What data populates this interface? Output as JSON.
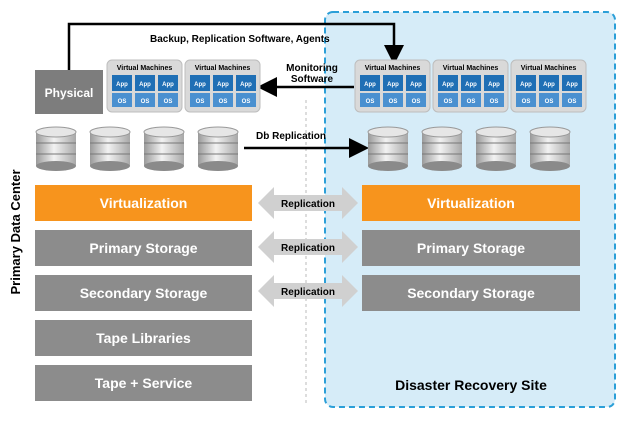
{
  "primary": {
    "title": "Primary Data Center",
    "physical_label": "Physical",
    "vm_clusters": [
      {
        "title": "Virtual Machines",
        "apps": [
          "App",
          "App",
          "App"
        ],
        "os": [
          "OS",
          "OS",
          "OS"
        ]
      },
      {
        "title": "Virtual Machines",
        "apps": [
          "App",
          "App",
          "App"
        ],
        "os": [
          "OS",
          "OS",
          "OS"
        ]
      }
    ],
    "stack": [
      {
        "label": "Virtualization",
        "color": "#f7941d"
      },
      {
        "label": "Primary Storage",
        "color": "#8c8c8c"
      },
      {
        "label": "Secondary Storage",
        "color": "#8c8c8c"
      },
      {
        "label": "Tape Libraries",
        "color": "#8c8c8c"
      },
      {
        "label": "Tape + Service",
        "color": "#8c8c8c"
      }
    ]
  },
  "dr": {
    "title": "Disaster Recovery Site",
    "vm_clusters": [
      {
        "title": "Virtual Machines",
        "apps": [
          "App",
          "App",
          "App"
        ],
        "os": [
          "OS",
          "OS",
          "OS"
        ]
      },
      {
        "title": "Virtual Machines",
        "apps": [
          "App",
          "App",
          "App"
        ],
        "os": [
          "OS",
          "OS",
          "OS"
        ]
      },
      {
        "title": "Virtual Machines",
        "apps": [
          "App",
          "App",
          "App"
        ],
        "os": [
          "OS",
          "OS",
          "OS"
        ]
      }
    ],
    "stack": [
      {
        "label": "Virtualization",
        "color": "#f7941d"
      },
      {
        "label": "Primary Storage",
        "color": "#8c8c8c"
      },
      {
        "label": "Secondary Storage",
        "color": "#8c8c8c"
      }
    ],
    "background": "#d6ecf8",
    "border_color": "#2b9fd8"
  },
  "connections": {
    "backup_label": "Backup, Replication Software, Agents",
    "monitoring_label": [
      "Monitoring",
      "Software"
    ],
    "db_replication_label": "Db Replication",
    "replication_labels": [
      "Replication",
      "Replication",
      "Replication"
    ]
  },
  "colors": {
    "app_blue": "#1f6fb5",
    "os_blue": "#4a90d0",
    "vm_frame": "#d9d9d9",
    "orange": "#f7941d",
    "gray_block": "#8c8c8c",
    "arrow_gray": "#d0d0d0"
  }
}
